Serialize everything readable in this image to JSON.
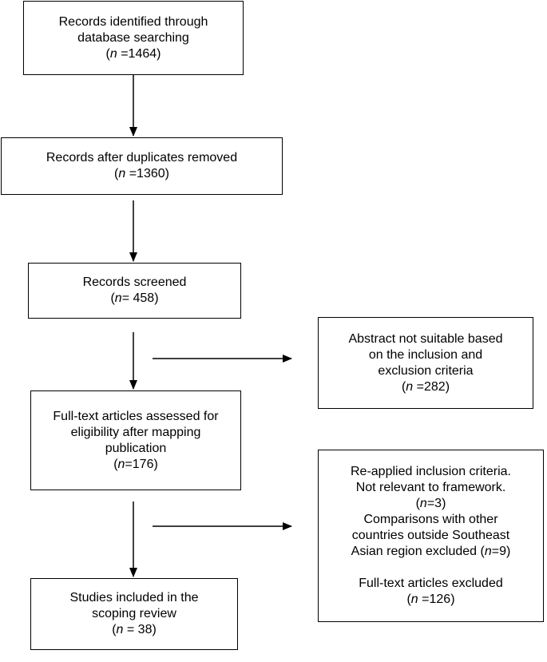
{
  "boxes": {
    "identified": {
      "lines": [
        "Records identified through",
        "database searching"
      ],
      "count_prefix": "(",
      "count_var": "n",
      "count_text": " =1464)"
    },
    "dedup": {
      "lines": [
        "Records after duplicates removed"
      ],
      "count_prefix": "(",
      "count_var": "n",
      "count_text": " =1360)"
    },
    "screened": {
      "lines": [
        "Records screened"
      ],
      "count_prefix": "(",
      "count_var": "n",
      "count_text": "= 458)"
    },
    "fulltext": {
      "lines": [
        "Full-text articles assessed for",
        "eligibility after mapping",
        "publication"
      ],
      "count_prefix": "(",
      "count_var": "n",
      "count_text": "=176)"
    },
    "included": {
      "lines": [
        "Studies included in the",
        "scoping review"
      ],
      "count_prefix": "(",
      "count_var": "n",
      "count_text": " = 38)"
    },
    "abstract_excluded": {
      "lines": [
        "Abstract not suitable based",
        "on the inclusion and",
        "exclusion criteria"
      ],
      "count_prefix": "(",
      "count_var": "n",
      "count_text": " =282)"
    },
    "fulltext_excluded": {
      "line1": "Re-applied inclusion criteria.",
      "line2": "Not relevant to framework.",
      "count1_prefix": "(",
      "count1_var": "n",
      "count1_text": "=3)",
      "line3": "Comparisons with other",
      "line4": "countries outside Southeast",
      "line5_text": "Asian region excluded (",
      "line5_var": "n",
      "line5_end": "=9)",
      "line6": "Full-text articles excluded",
      "count2_prefix": "(",
      "count2_var": "n",
      "count2_text": " =126)"
    }
  }
}
